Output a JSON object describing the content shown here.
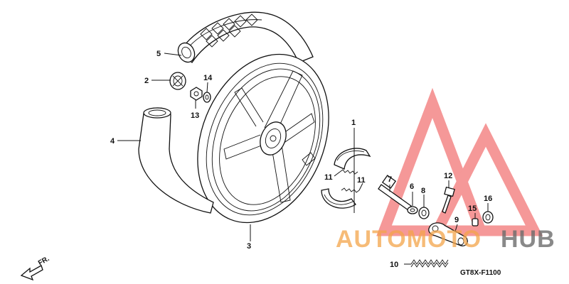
{
  "diagram_code": "GT8X-F1100",
  "front_marker": "FR.",
  "callouts": [
    {
      "id": "c1",
      "text": "1"
    },
    {
      "id": "c2",
      "text": "2"
    },
    {
      "id": "c3",
      "text": "3"
    },
    {
      "id": "c4",
      "text": "4"
    },
    {
      "id": "c5",
      "text": "5"
    },
    {
      "id": "c6",
      "text": "6"
    },
    {
      "id": "c7",
      "text": "7"
    },
    {
      "id": "c8",
      "text": "8"
    },
    {
      "id": "c9",
      "text": "9"
    },
    {
      "id": "c10",
      "text": "10"
    },
    {
      "id": "c11a",
      "text": "11"
    },
    {
      "id": "c11b",
      "text": "11"
    },
    {
      "id": "c12",
      "text": "12"
    },
    {
      "id": "c13",
      "text": "13"
    },
    {
      "id": "c14",
      "text": "14"
    },
    {
      "id": "c15",
      "text": "15"
    },
    {
      "id": "c16",
      "text": "16"
    }
  ],
  "watermark": {
    "part1": "AUTOMOTO",
    "part2": "HUB",
    "colors": {
      "triangle": "#ee4444",
      "auto": "#f3a44a",
      "hub": "#6b6b6b"
    }
  }
}
